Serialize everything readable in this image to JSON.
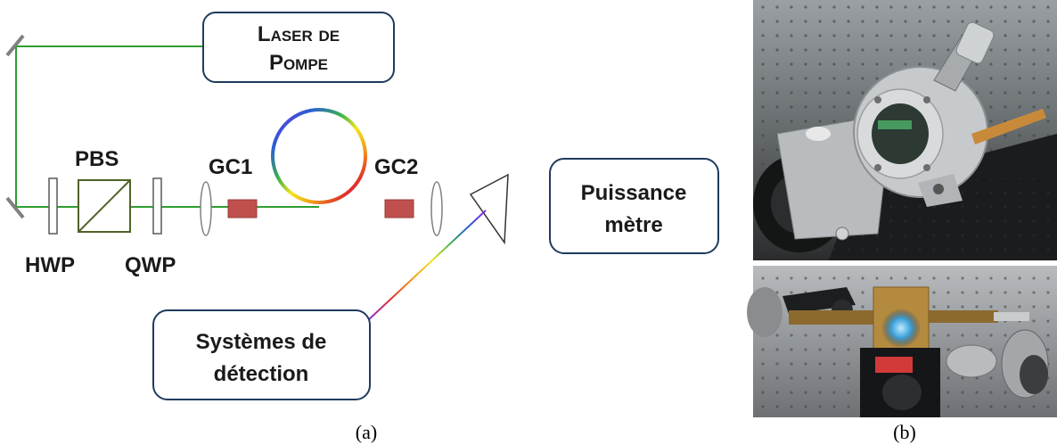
{
  "diagram": {
    "pump_laser": {
      "line1": "Laser de",
      "line2": "Pompe"
    },
    "power_meter": {
      "line1": "Puissance",
      "line2": "mètre"
    },
    "detection": {
      "line1": "Systèmes de",
      "line2": "détection"
    },
    "labels": {
      "pbs": "PBS",
      "hwp": "HWP",
      "qwp": "QWP",
      "gc1": "GC1",
      "gc2": "GC2"
    },
    "colors": {
      "beam": "#2f9e2f",
      "box_border": "#1f3b5e",
      "grating_coupler": "#c0504d",
      "pbs_border": "#4f6228"
    }
  },
  "captions": {
    "a": "(a)",
    "b": "(b)"
  },
  "photos": {
    "top": "photo-optical-mount-on-breadboard",
    "bottom": "photo-gas-cell-with-valves"
  }
}
